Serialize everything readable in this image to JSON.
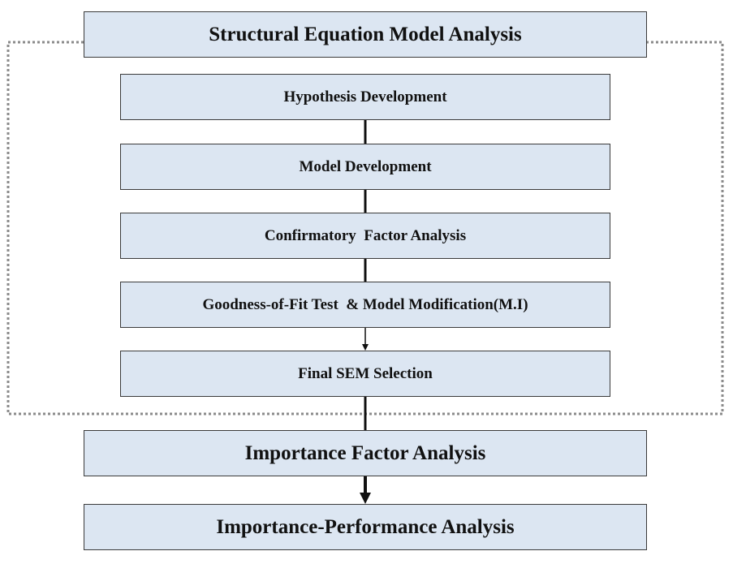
{
  "diagram": {
    "sem_group": {
      "title": "Structural Equation Model Analysis",
      "steps": [
        {
          "label": "Hypothesis Development"
        },
        {
          "label": "Model Development"
        },
        {
          "label": "Confirmatory  Factor Analysis"
        },
        {
          "label": "Goodness-of-Fit Test  & Model Modification(M.I)"
        },
        {
          "label": "Final SEM Selection"
        }
      ]
    },
    "after_steps": [
      {
        "label": "Importance Factor Analysis"
      },
      {
        "label": "Importance-Performance Analysis"
      }
    ],
    "colors": {
      "box_fill": "#dce6f2",
      "box_border": "#3a3a3a",
      "connector": "#111111",
      "group_outline": "#8a8a8a"
    }
  }
}
